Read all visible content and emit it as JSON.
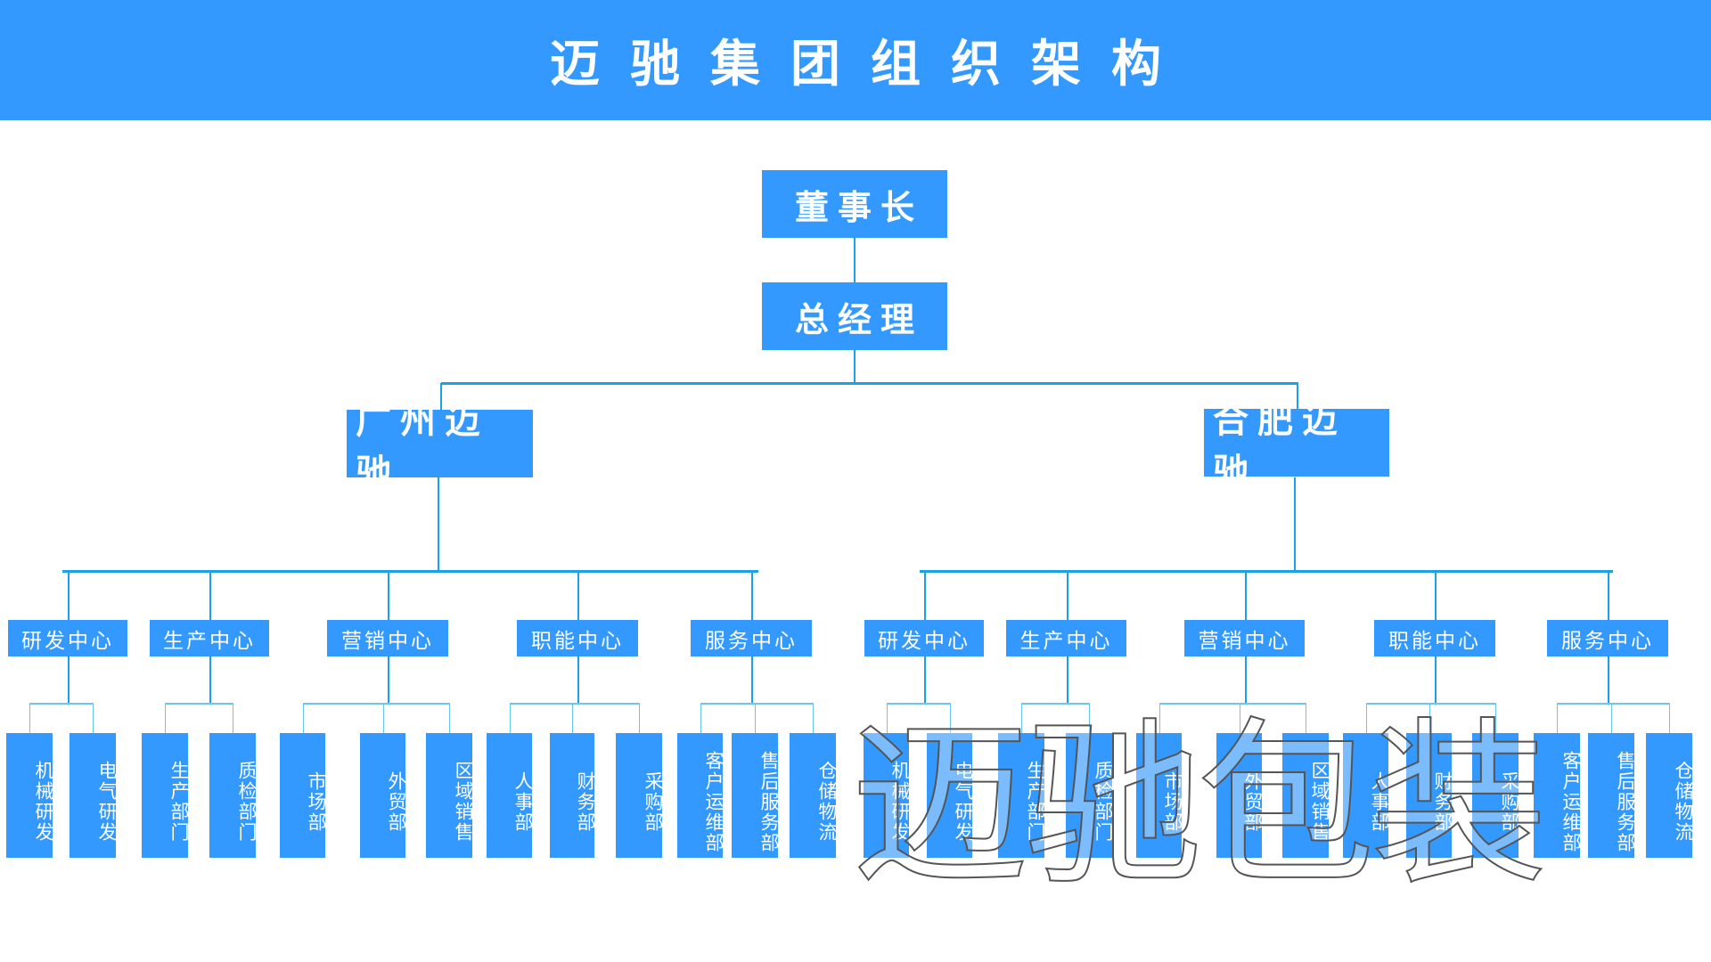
{
  "header": {
    "title": "迈驰集团组织架构"
  },
  "chairman": "董事长",
  "general_manager": "总经理",
  "branches": [
    {
      "name": "广州迈驰",
      "centers": [
        {
          "name": "研发中心",
          "departments": [
            "机械研发",
            "电气研发"
          ]
        },
        {
          "name": "生产中心",
          "departments": [
            "生产部门",
            "质检部门"
          ]
        },
        {
          "name": "营销中心",
          "departments": [
            "市场部",
            "外贸部",
            "区域销售"
          ]
        },
        {
          "name": "职能中心",
          "departments": [
            "人事部",
            "财务部",
            "采购部"
          ]
        },
        {
          "name": "服务中心",
          "departments": [
            "客户运维部",
            "售后服务部",
            "仓储物流"
          ]
        }
      ]
    },
    {
      "name": "合肥迈驰",
      "centers": [
        {
          "name": "研发中心",
          "departments": [
            "机械研发",
            "电气研发"
          ]
        },
        {
          "name": "生产中心",
          "departments": [
            "生产部门",
            "质检部门"
          ]
        },
        {
          "name": "营销中心",
          "departments": [
            "市场部",
            "外贸部",
            "区域销售"
          ]
        },
        {
          "name": "职能中心",
          "departments": [
            "人事部",
            "财务部",
            "采购部"
          ]
        },
        {
          "name": "服务中心",
          "departments": [
            "客户运维部",
            "售后服务部",
            "仓储物流"
          ]
        }
      ]
    }
  ],
  "watermark": "迈驰包装",
  "colors": {
    "primary": "#3399fe",
    "line": "#1ba1e8"
  }
}
